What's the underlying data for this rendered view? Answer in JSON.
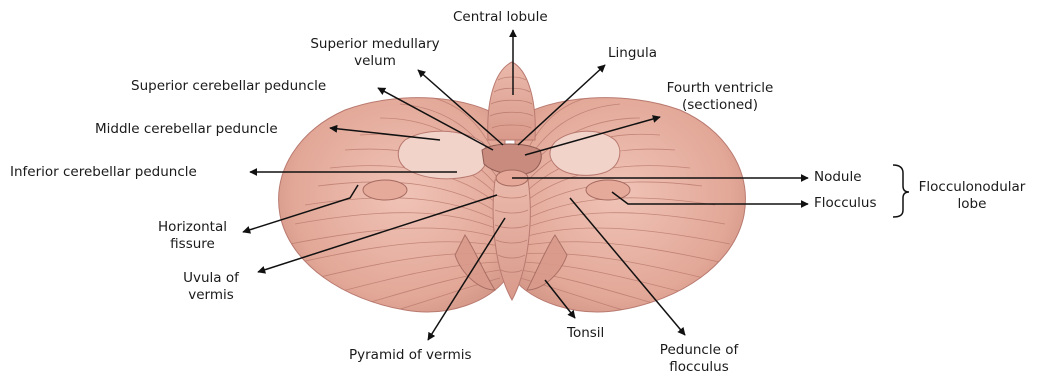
{
  "labels": {
    "central_lobule": "Central lobule",
    "superior_medullary_velum": [
      "Superior medullary",
      "velum"
    ],
    "lingula": "Lingula",
    "superior_cerebellar_peduncle": "Superior cerebellar peduncle",
    "fourth_ventricle": [
      "Fourth ventricle",
      "(sectioned)"
    ],
    "middle_cerebellar_peduncle": "Middle cerebellar peduncle",
    "inferior_cerebellar_peduncle": "Inferior cerebellar peduncle",
    "nodule": "Nodule",
    "flocculus": "Flocculus",
    "flocculonodular_lobe": [
      "Flocculonodular",
      "lobe"
    ],
    "horizontal_fissure": [
      "Horizontal",
      "fissure"
    ],
    "uvula_of_vermis": [
      "Uvula of",
      "vermis"
    ],
    "pyramid_of_vermis": "Pyramid of vermis",
    "tonsil": "Tonsil",
    "peduncle_of_flocculus": [
      "Peduncle of",
      "flocculus"
    ]
  },
  "colors": {
    "tissue_base": "#e8b1a4",
    "tissue_dark": "#b97a70",
    "tissue_light": "#f3d0c6",
    "section_cut": "#f1d3c9",
    "leader_line": "#111111",
    "label_text": "#1a1a1a"
  }
}
